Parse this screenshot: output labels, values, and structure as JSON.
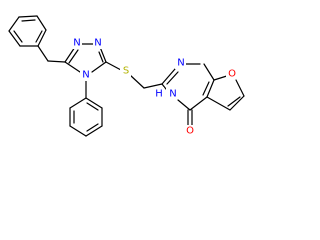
{
  "colors": {
    "bond": "#000000",
    "nitrogen": "#0000ff",
    "oxygen": "#ff0000",
    "sulfur": "#b2b200",
    "background": "#ffffff"
  },
  "atom_labels": {
    "triazole_n1": "N",
    "triazole_n2": "N",
    "triazole_n4": "N",
    "thioether_s": "S",
    "pyrimidine_n1": "N",
    "pyrimidine_nh": "N",
    "pyrimidine_nh_h": "H",
    "furan_o": "O",
    "carbonyl_o": "O"
  }
}
